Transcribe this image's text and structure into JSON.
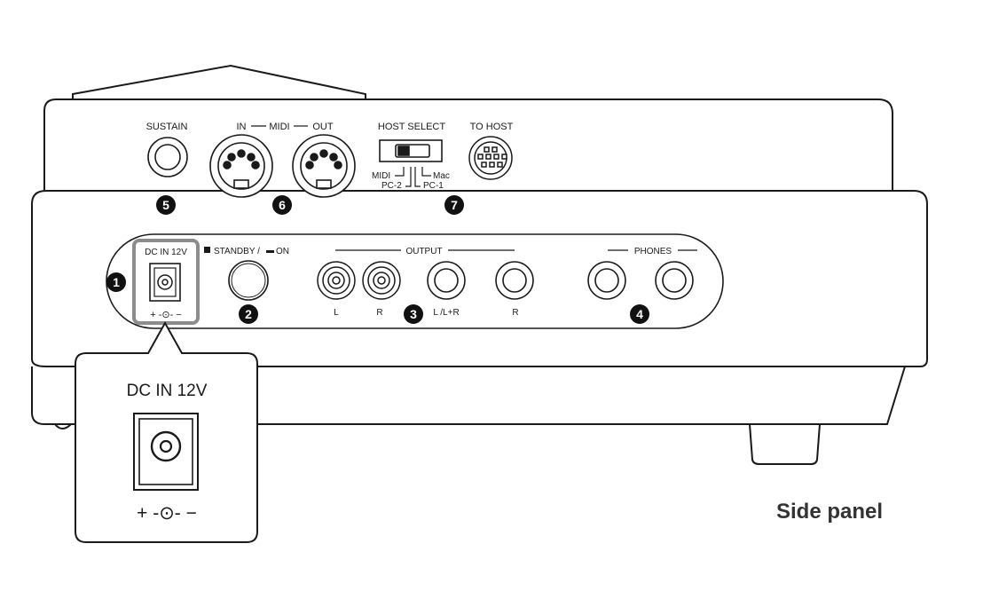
{
  "caption": "Side panel",
  "top_panel": {
    "sustain": "SUSTAIN",
    "midi_in": "IN",
    "midi_title": "MIDI",
    "midi_out": "OUT",
    "host_select": "HOST SELECT",
    "host_midi": "MIDI",
    "host_pc2": "PC-2",
    "host_pc1": "PC-1",
    "host_mac": "Mac",
    "to_host": "TO HOST"
  },
  "front_panel": {
    "dc_in": "DC IN 12V",
    "polarity": "+ -⊙- −",
    "standby_on": "STANDBY /",
    "on": "ON",
    "output": "OUTPUT",
    "out_l": "L",
    "out_r": "R",
    "out_lr": "L /L+R",
    "out_r2": "R",
    "phones": "PHONES"
  },
  "callout": {
    "title": "DC IN 12V",
    "polarity": "+ -⊙- −"
  },
  "markers": [
    "1",
    "2",
    "3",
    "4",
    "5",
    "6",
    "7"
  ],
  "colors": {
    "line": "#1a1a1a",
    "marker": "#111111",
    "highlight": "#8c8c8c"
  }
}
